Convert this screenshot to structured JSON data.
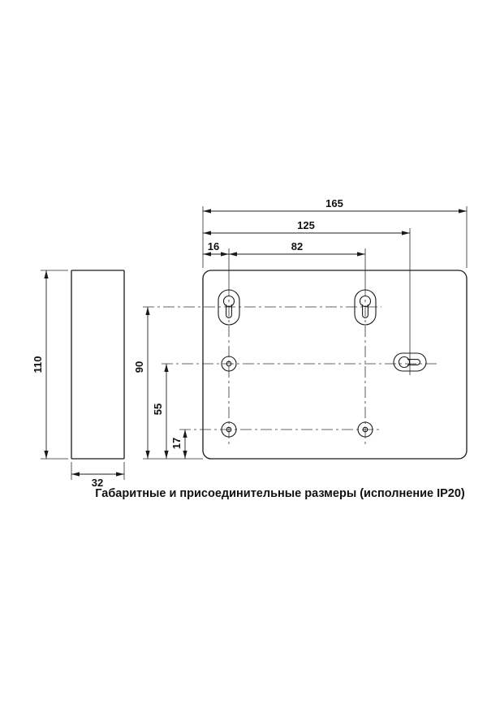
{
  "caption": "Габаритные и присоединительные размеры (исполнение IP20)",
  "front_view": {
    "dims": {
      "total_width": "165",
      "mount_width": "125",
      "hole_spacing": "82",
      "left_offset": "16",
      "row_top": "90",
      "row_mid": "55",
      "row_bottom": "17"
    }
  },
  "side_view": {
    "dims": {
      "height": "110",
      "depth": "32"
    }
  }
}
